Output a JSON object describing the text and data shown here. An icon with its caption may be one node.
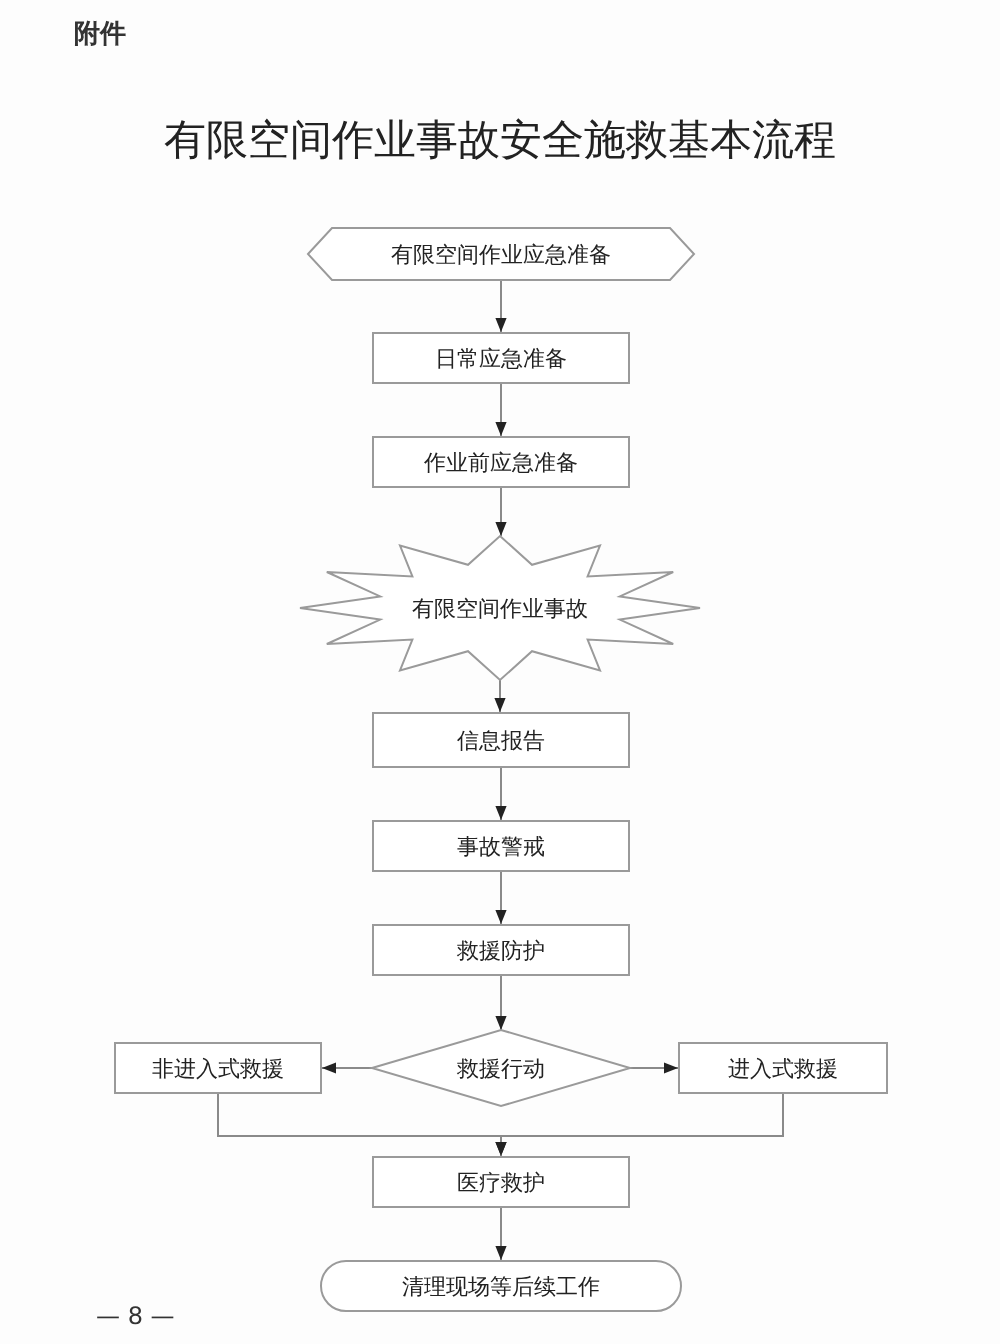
{
  "diagram": {
    "title": "有限空间作业事故安全施救基本流程",
    "nodes": [
      {
        "text": [
          "有限空间作业应急准备"
        ]
      },
      {
        "text": [
          "日常应急准备"
        ]
      },
      {
        "text": [
          "作业前应急准备"
        ]
      },
      {
        "text": [
          "有限空间作业事故"
        ]
      },
      {
        "text": [
          "信息报告"
        ]
      },
      {
        "text": [
          "事故警戒"
        ]
      },
      {
        "text": [
          "救援防护"
        ]
      },
      {
        "text": [
          "救援行动"
        ]
      },
      {
        "text": [
          "非进入式救援"
        ]
      },
      {
        "text": [
          "进入式救援"
        ]
      },
      {
        "text": [
          "医疗救护"
        ]
      },
      {
        "text": [
          "清理现场等后续工作"
        ]
      }
    ],
    "edges": [
      {
        "from": 0,
        "to": 1,
        "arrow": "to"
      },
      {
        "from": 1,
        "to": 2,
        "arrow": "to"
      },
      {
        "from": 2,
        "to": 3,
        "arrow": "to"
      },
      {
        "from": 3,
        "to": 4,
        "arrow": "to"
      },
      {
        "from": 4,
        "to": 5,
        "arrow": "to"
      },
      {
        "from": 5,
        "to": 6,
        "arrow": "to"
      },
      {
        "from": 6,
        "to": 7,
        "arrow": "to"
      },
      {
        "from": 7,
        "to": 8,
        "arrow": "to"
      },
      {
        "from": 7,
        "to": 9,
        "arrow": "to"
      },
      {
        "from": 8,
        "to": 10,
        "arrow": "to"
      },
      {
        "from": 9,
        "to": 10,
        "arrow": "to"
      },
      {
        "from": 10,
        "to": 11,
        "arrow": "to"
      }
    ],
    "labels": [
      "附件",
      "— 8 —"
    ]
  }
}
